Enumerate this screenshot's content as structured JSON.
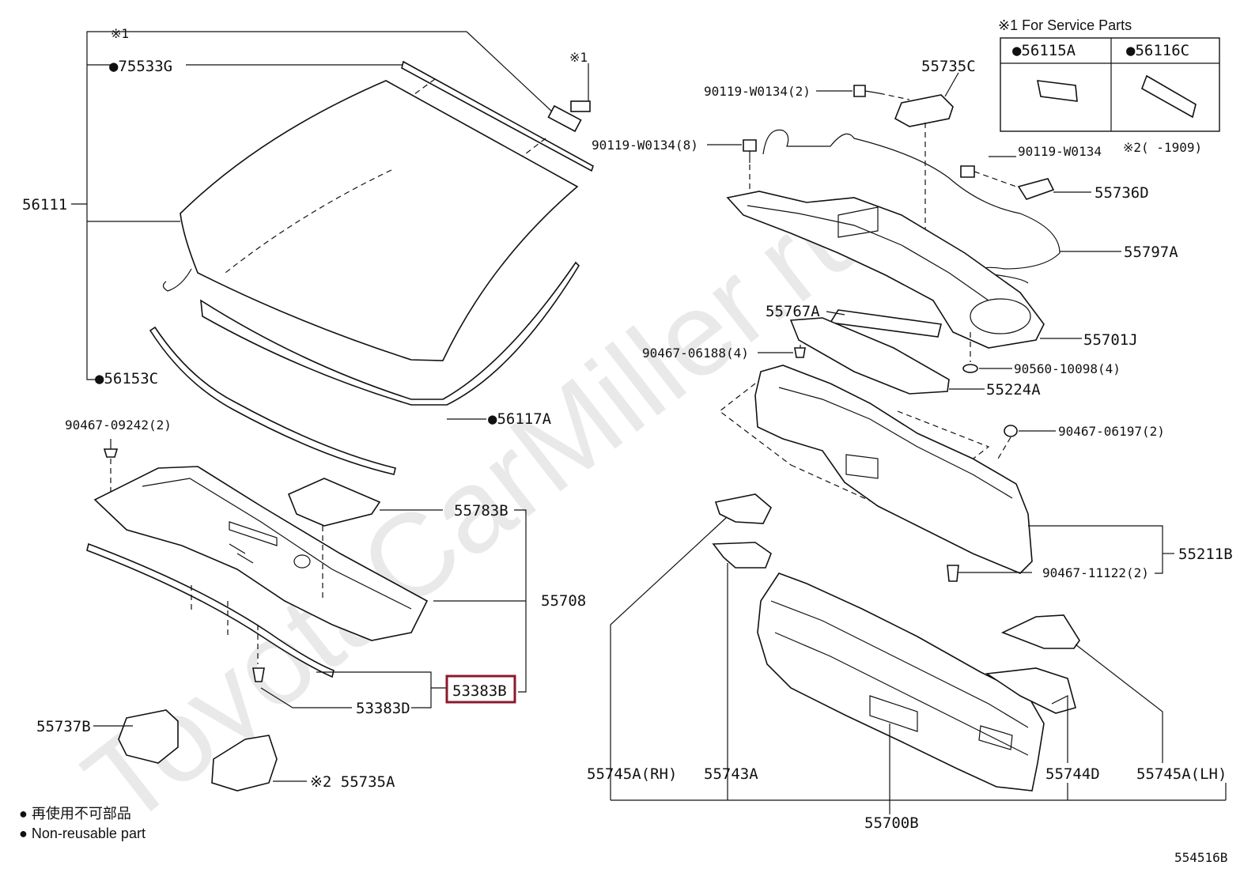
{
  "watermark": "ToyotaCarMiller.ru",
  "service_box": {
    "title": "※1 For Service Parts",
    "col1": "●56115A",
    "col2": "●56116C"
  },
  "labels": {
    "ref1_top": "※1",
    "ref1_clip": "※1",
    "p75533G": "●75533G",
    "p56111": "56111",
    "p56153C": "●56153C",
    "p56117A": "●56117A",
    "p90467_09242": "90467-09242(2)",
    "p55783B": "55783B",
    "p55708": "55708",
    "p53383B": "53383B",
    "p53383D": "53383D",
    "p55737B": "55737B",
    "p55735A": "※2 55735A",
    "p55735C": "55735C",
    "p90119_W0134_2": "90119-W0134(2)",
    "p90119_W0134_8": "90119-W0134(8)",
    "p90119_W0134": "90119-W0134",
    "note2": "※2(     -1909)",
    "p55736D": "55736D",
    "p55797A": "55797A",
    "p55767A": "55767A",
    "p90467_06188": "90467-06188(4)",
    "p55701J": "55701J",
    "p90560_10098": "90560-10098(4)",
    "p55224A": "55224A",
    "p90467_06197": "90467-06197(2)",
    "p55211B": "55211B",
    "p90467_11122": "90467-11122(2)",
    "p55745A_RH": "55745A(RH)",
    "p55743A": "55743A",
    "p55744D": "55744D",
    "p55745A_LH": "55745A(LH)",
    "p55700B": "55700B"
  },
  "legend": {
    "line_jp": "● 再使用不可部品",
    "line_en": "● Non-reusable part"
  },
  "diagram_id": "554516B",
  "highlight_color": "#8b1a2b"
}
